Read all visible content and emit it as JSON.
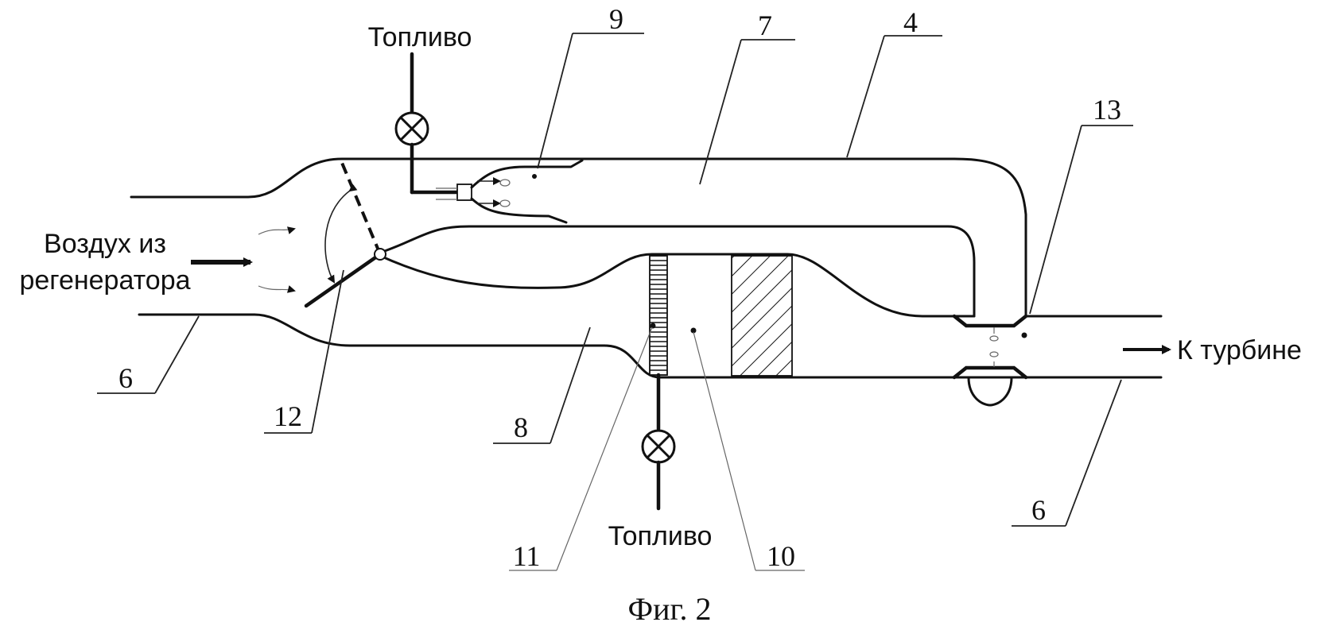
{
  "labels": {
    "fuel_top": "Топливо",
    "fuel_bottom": "Топливо",
    "air_line1": "Воздух из",
    "air_line2": "регенератора",
    "to_turbine": "К турбине",
    "caption": "Фиг. 2"
  },
  "callouts": {
    "n4": "4",
    "n6_left": "6",
    "n6_right": "6",
    "n7": "7",
    "n8": "8",
    "n9": "9",
    "n10": "10",
    "n11": "11",
    "n12": "12",
    "n13": "13"
  },
  "colors": {
    "ink": "#111111",
    "background": "#ffffff"
  }
}
